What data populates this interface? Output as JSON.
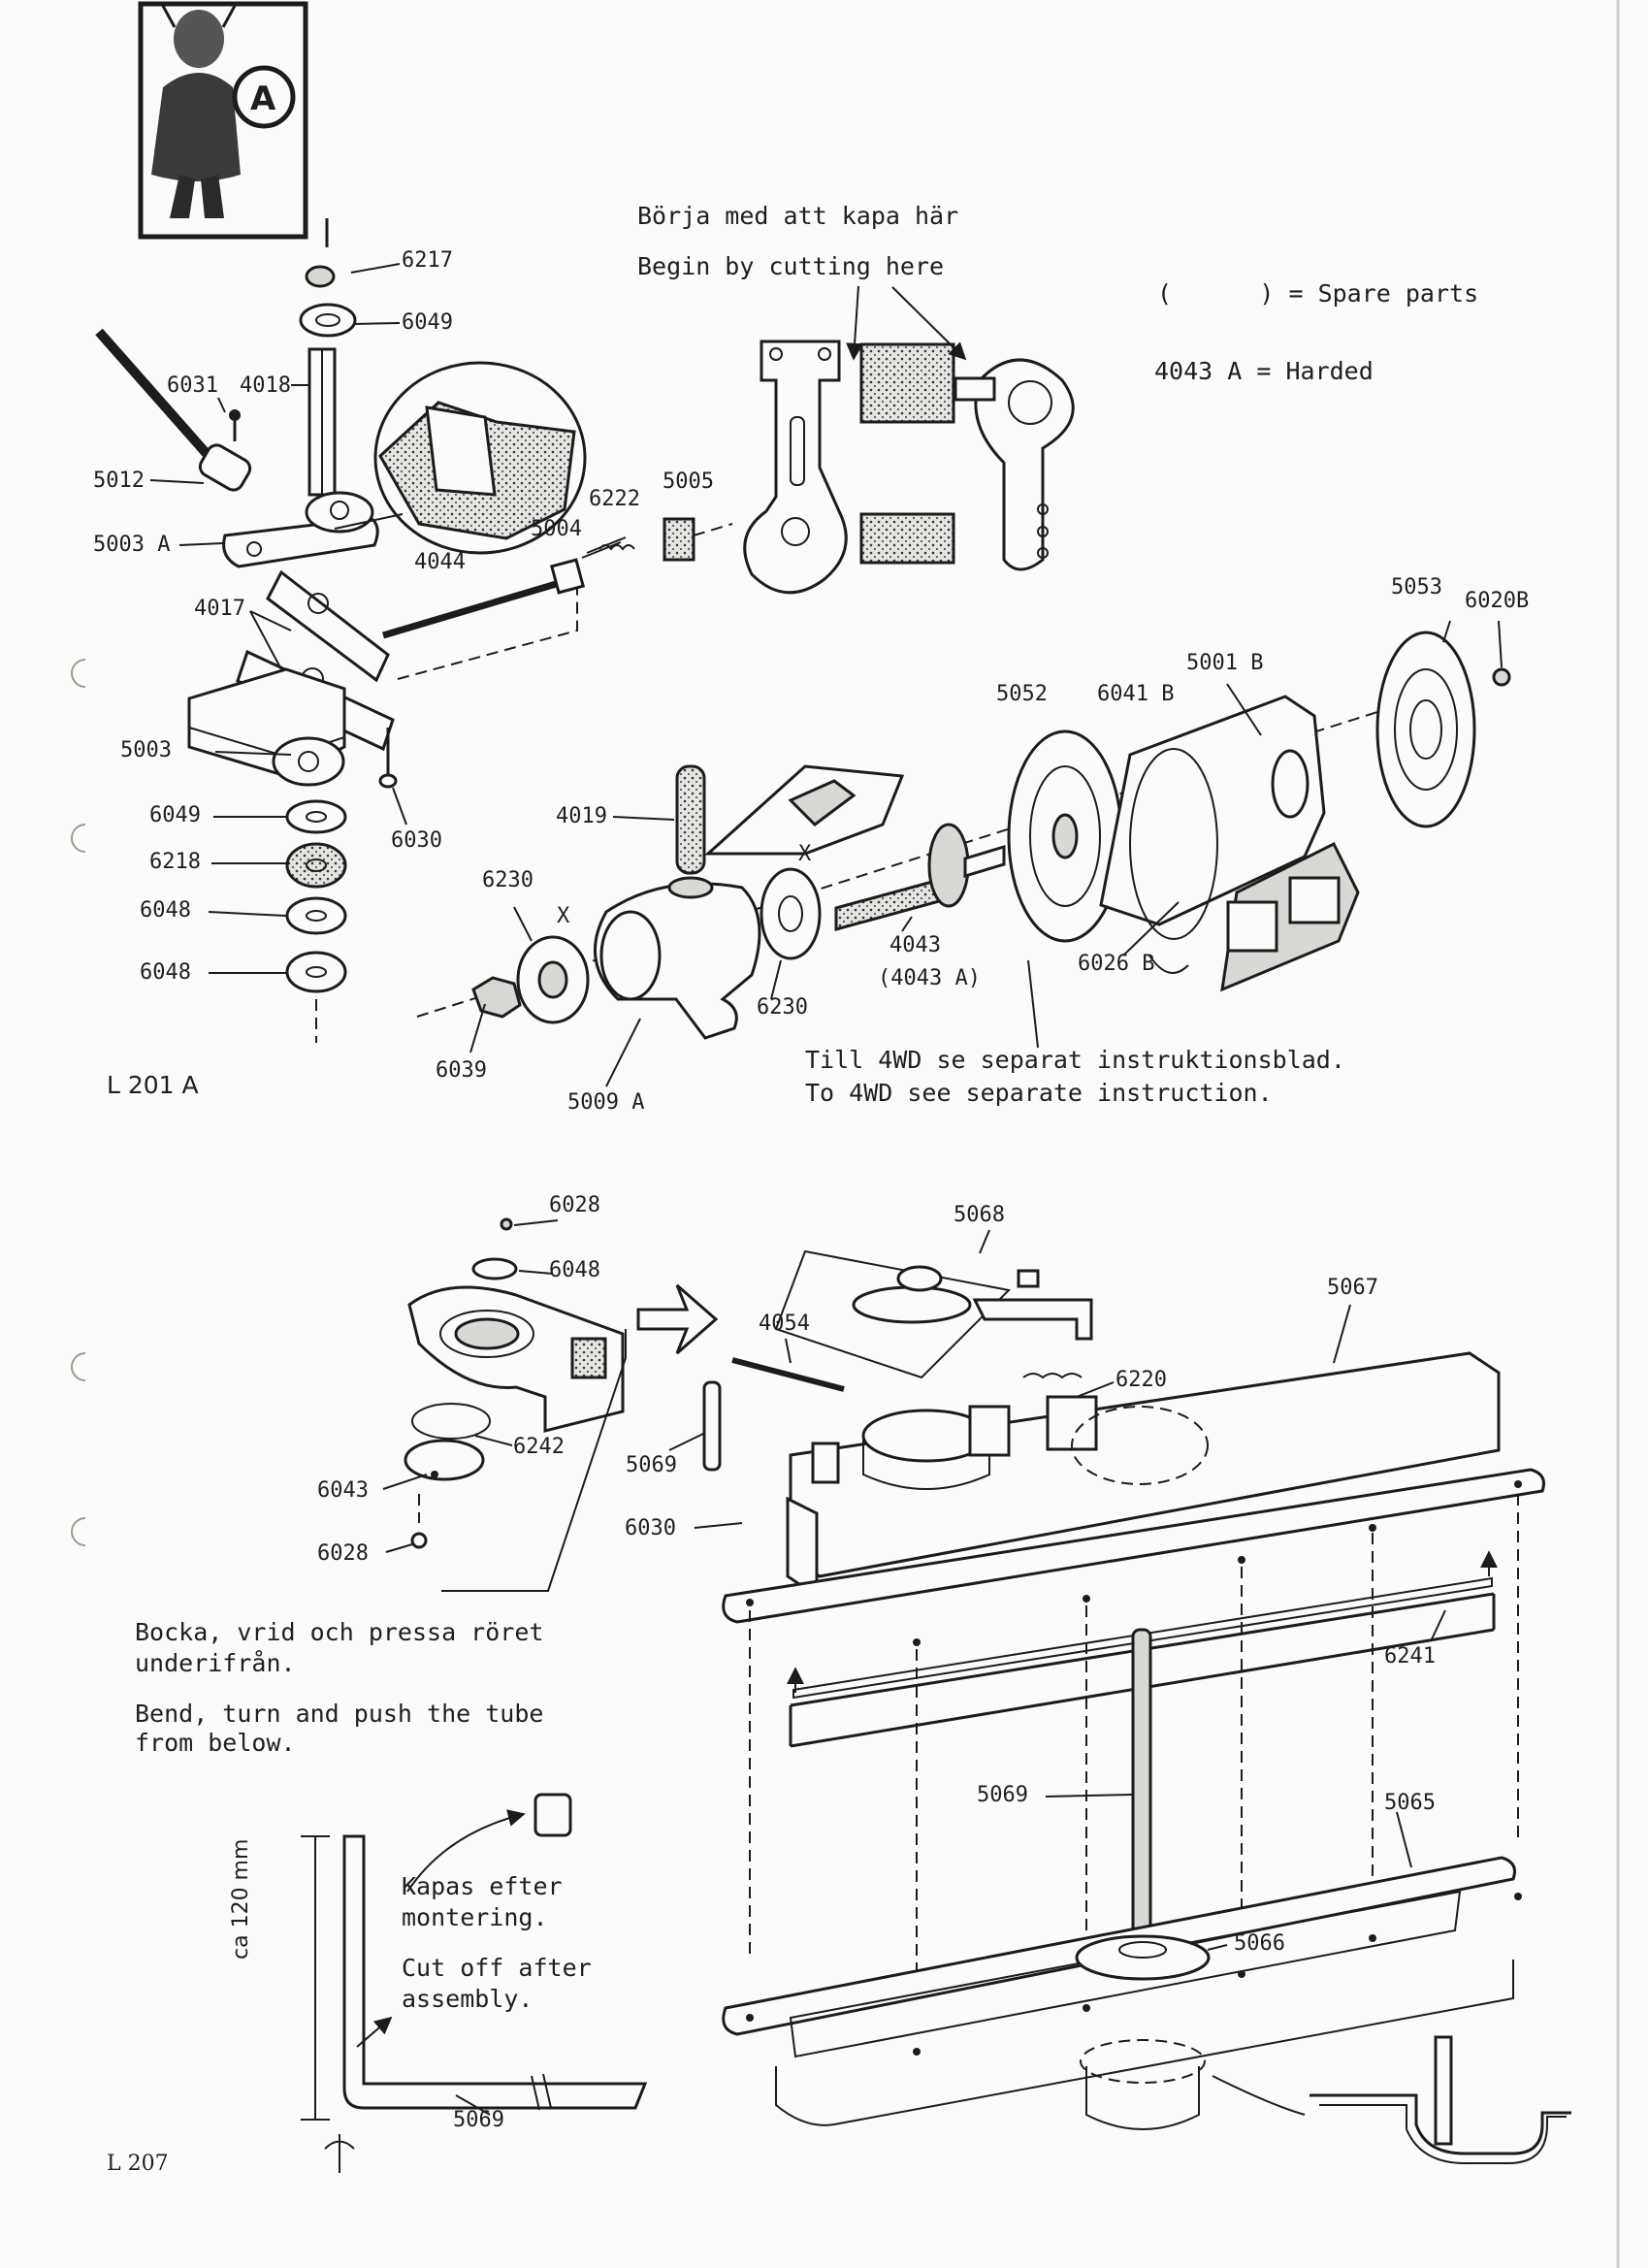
{
  "page_codes": {
    "top": "L 201 A",
    "bottom": "L 207"
  },
  "logo": {
    "badge_letter": "A"
  },
  "notes": {
    "cut_sv": "Börja med att kapa här",
    "cut_en": "Begin by cutting here",
    "spare_parts": "(      ) = Spare parts",
    "harded": "4043 A = Harded",
    "fourwd_sv": "Till 4WD se separat instruktionsblad.",
    "fourwd_en": "To 4WD see separate instruction.",
    "bend_sv_1": "Bocka, vrid och pressa röret",
    "bend_sv_2": "underifrån.",
    "bend_en_1": "Bend, turn and push the tube",
    "bend_en_2": "from below.",
    "cutoff_sv_1": "Kapas efter",
    "cutoff_sv_2": "montering.",
    "cutoff_en_1": "Cut off after",
    "cutoff_en_2": "assembly.",
    "dimension": "ca 120 mm"
  },
  "parts_top": {
    "p6217": "6217",
    "p6049a": "6049",
    "p6031": "6031",
    "p4018": "4018",
    "p5012": "5012",
    "p5003a": "5003 A",
    "p4017": "4017",
    "p4044": "4044",
    "p5004": "5004",
    "p6222": "6222",
    "p5005": "5005",
    "p5003": "5003",
    "p6049b": "6049",
    "p6218": "6218",
    "p6048a": "6048",
    "p6048b": "6048",
    "p6030a": "6030",
    "p4019": "4019",
    "p6230a": "6230",
    "x1": "X",
    "x2": "X",
    "p6230b": "6230",
    "p6039": "6039",
    "p5009a": "5009 A",
    "p4043": "4043",
    "p4043a": "(4043 A)",
    "p5052": "5052",
    "p6041b": "6041 B",
    "p5001b": "5001 B",
    "p5053": "5053",
    "p6020b": "6020B",
    "p6026b": "6026 B"
  },
  "parts_bottom": {
    "p6028a": "6028",
    "p6048": "6048",
    "p6242": "6242",
    "p6043": "6043",
    "p6028b": "6028",
    "p5068": "5068",
    "p5067": "5067",
    "p4054": "4054",
    "p6220": "6220",
    "p5069a": "5069",
    "p6030": "6030",
    "p6241": "6241",
    "p5069b": "5069",
    "p5065": "5065",
    "p5066": "5066",
    "p5069c": "5069"
  }
}
